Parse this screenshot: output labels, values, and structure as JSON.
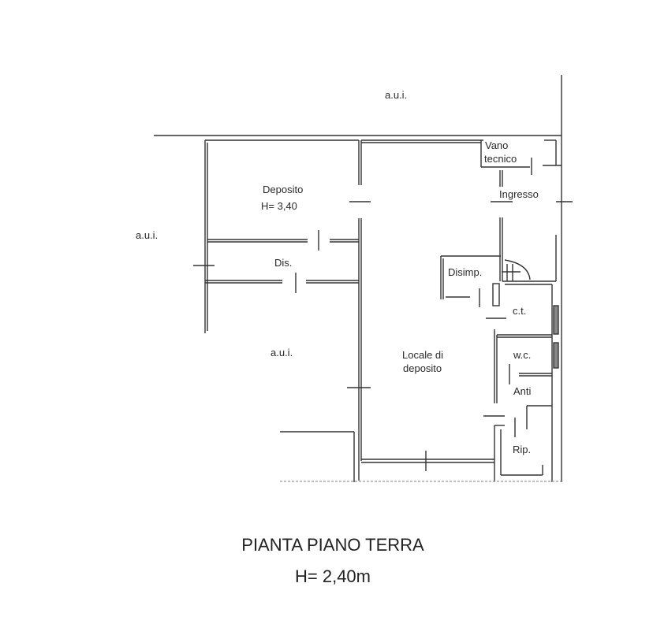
{
  "plan": {
    "labels": {
      "aui_top": "a.u.i.",
      "aui_left": "a.u.i.",
      "aui_middle": "a.u.i.",
      "deposito": "Deposito",
      "deposito_height": "H= 3,40",
      "dis": "Dis.",
      "vano": "Vano",
      "tecnico": "tecnico",
      "ingresso": "Ingresso",
      "disimp": "Disimp.",
      "ct": "c.t.",
      "locale": "Locale di",
      "locale_deposito": "deposito",
      "wc": "w.c.",
      "anti": "Anti",
      "rip": "Rip."
    }
  },
  "caption": {
    "title": "PIANTA PIANO TERRA",
    "height": "H= 2,40m"
  }
}
